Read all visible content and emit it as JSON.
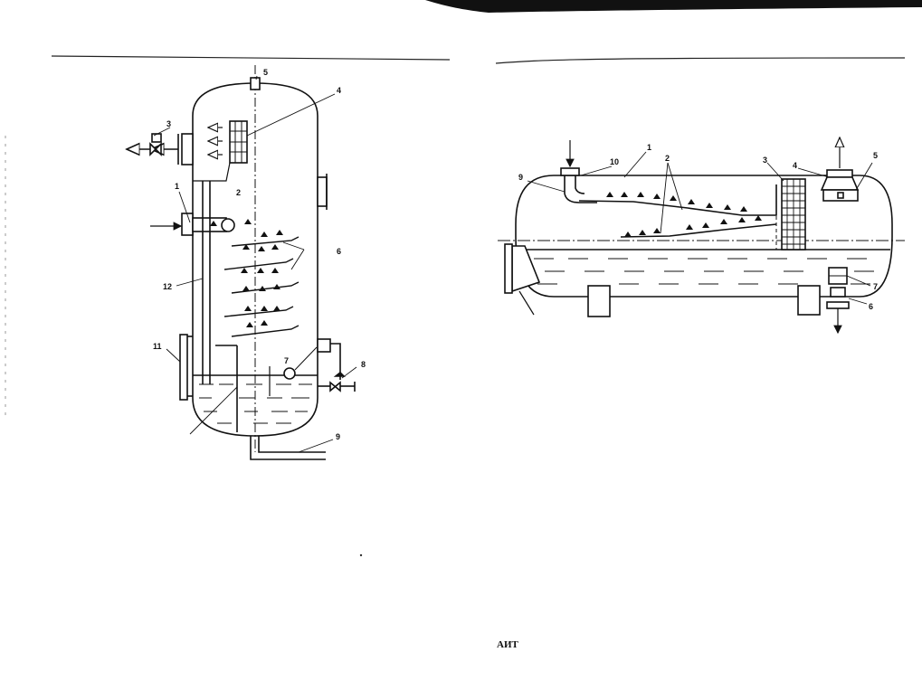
{
  "left_diagram": {
    "labels": [
      "5",
      "4",
      "3",
      "1",
      "2",
      "6",
      "12",
      "11",
      "7",
      "8",
      "9"
    ]
  },
  "right_diagram": {
    "labels": [
      "1",
      "2",
      "10",
      "9",
      "3",
      "4",
      "5",
      "7",
      "6"
    ]
  },
  "footer": {
    "text": "АИТ"
  }
}
